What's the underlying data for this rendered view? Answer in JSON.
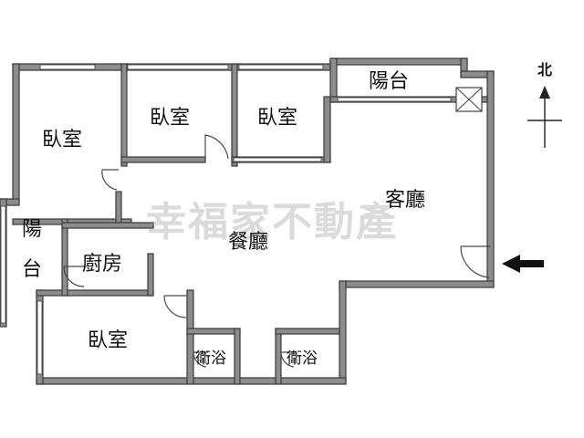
{
  "floorplan": {
    "rooms": {
      "bedroom_nw": "臥室",
      "bedroom_mid": "臥室",
      "bedroom_ne": "臥室",
      "balcony_top": "陽台",
      "living_room": "客廳",
      "dining_room": "餐廳",
      "balcony_left": "陽",
      "balcony_left_2": "台",
      "kitchen": "廚房",
      "bedroom_sw": "臥室",
      "bath_1": "衛浴",
      "bath_2": "衛浴"
    },
    "watermark": "幸福家不動產",
    "compass": {
      "label": "北"
    },
    "colors": {
      "wall": "#8c8c8c",
      "outline": "#3a3a3a",
      "text": "#111111"
    }
  }
}
